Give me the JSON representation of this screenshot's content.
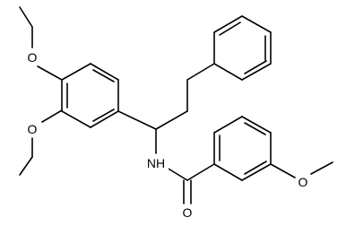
{
  "molecule": {
    "atom_labels": {
      "o_top_left": "O",
      "o_left": "O",
      "nh": "NH",
      "o_carbonyl": "O",
      "o_right": "O"
    }
  }
}
